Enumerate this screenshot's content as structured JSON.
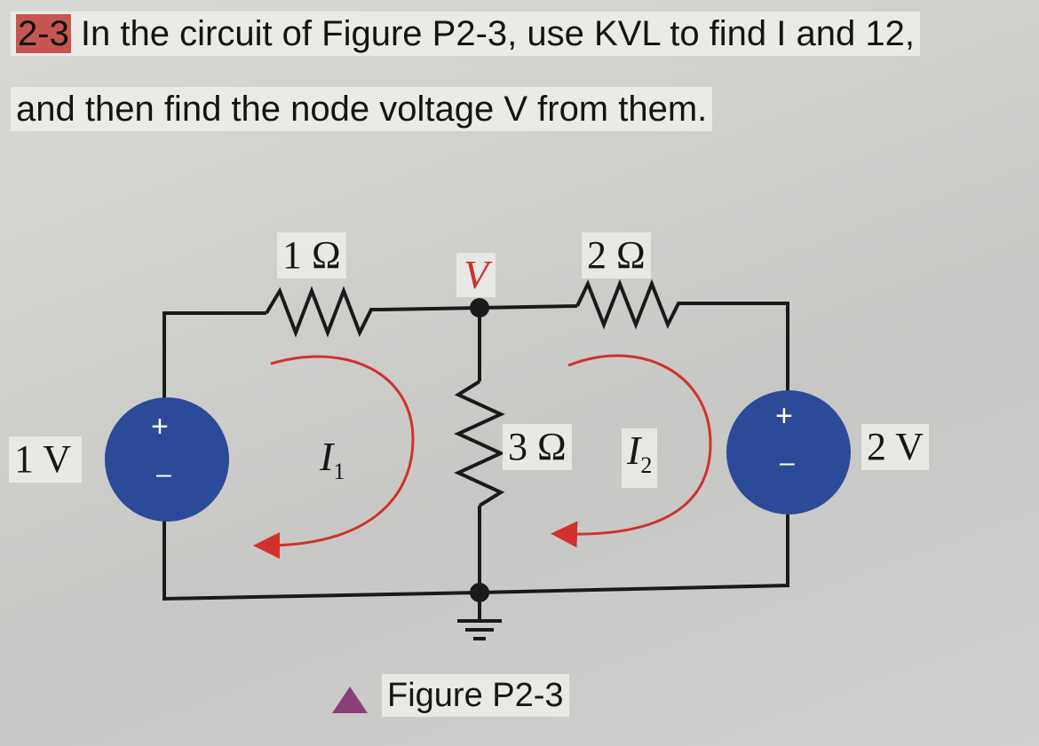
{
  "problem": {
    "number": "2-3",
    "line1_text": " In the circuit of Figure P2-3, use KVL to find I and 12,",
    "line2_text": "and then find the node voltage V from them."
  },
  "circuit": {
    "r1_label": "1 Ω",
    "r2_label": "2 Ω",
    "r3_label": "3 Ω",
    "node_label": "V",
    "source_left_label": "1 V",
    "source_right_label": "2 V",
    "loop1_label": "I",
    "loop1_sub": "1",
    "loop2_label": "I",
    "loop2_sub": "2",
    "plus_sign": "+",
    "minus_sign": "–"
  },
  "caption": {
    "text": "Figure P2-3"
  },
  "colors": {
    "source_fill": "#2b4a97",
    "loop_arrow": "#d0312d",
    "node_label": "#d0312d",
    "caption_marker": "#8a3f7a",
    "wire": "#1a1a1a"
  }
}
